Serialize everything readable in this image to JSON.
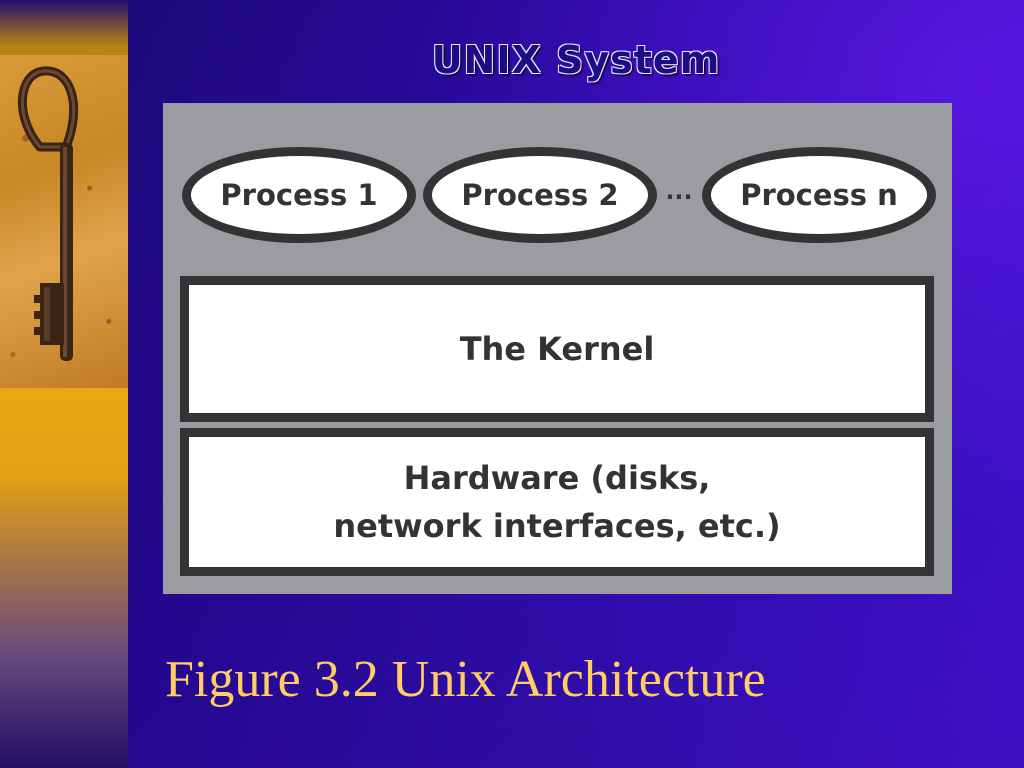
{
  "slide": {
    "title": "UNIX System",
    "caption": "Figure 3.2 Unix Architecture"
  },
  "decoration": {
    "side_image": "key-icon"
  },
  "diagram": {
    "processes": [
      "Process 1",
      "Process 2",
      "Process n"
    ],
    "ellipsis": "...",
    "kernel_label": "The Kernel",
    "hardware_line1": "Hardware (disks,",
    "hardware_line2": "network interfaces, etc.)"
  },
  "colors": {
    "background": "#2a0aa8",
    "diagram_background": "#9a9ca2",
    "box_border": "#333333",
    "caption": "#ffcc66"
  }
}
